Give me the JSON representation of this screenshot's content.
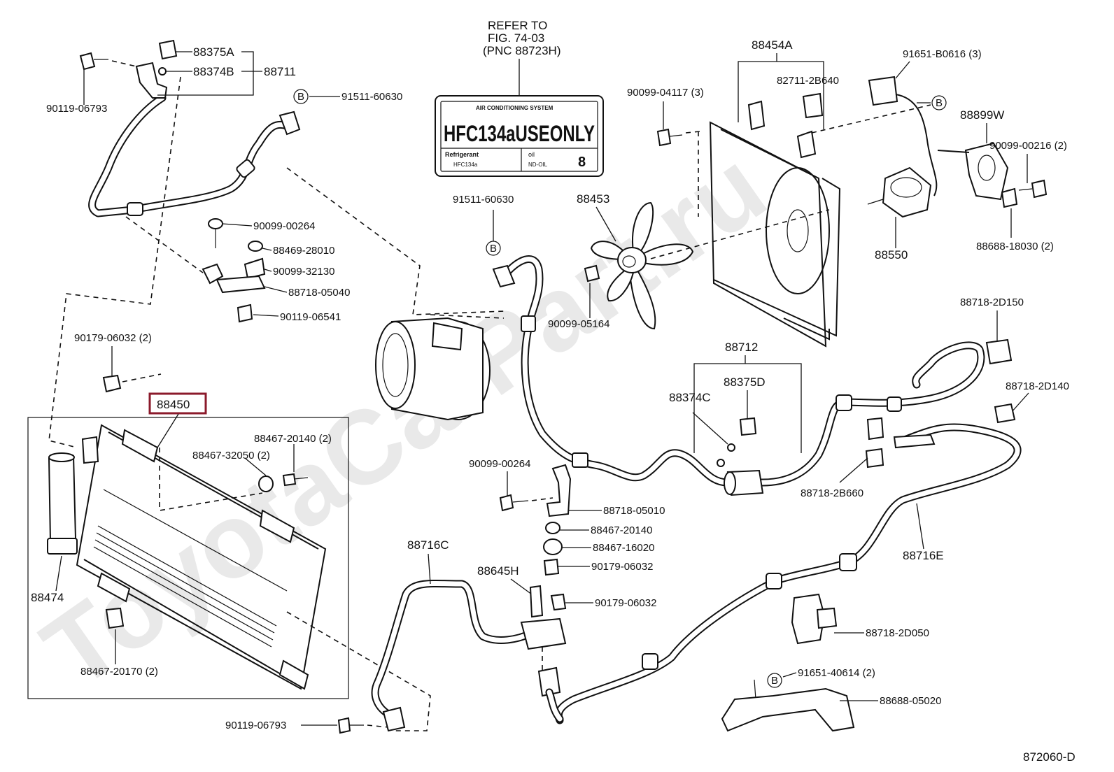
{
  "diagram": {
    "watermark": "ToyotaCarPart.ru",
    "figure_code": "872060-D",
    "refer_note": [
      "REFER TO",
      "FIG. 74-03",
      "(PNC 88723H)"
    ],
    "decal": {
      "header": "AIR CONDITIONING SYSTEM",
      "main": "HFC134aUSEONLY",
      "refrigerant_label": "Refrigerant",
      "refrigerant_value": "HFC134a",
      "oil_label": "oil",
      "oil_value": "ND-OIL",
      "oil_number": "8"
    },
    "highlight_color": "#8b1a2b",
    "highlighted_part": "88450",
    "labels": {
      "p88375A": "88375A",
      "p88374B": "88374B",
      "p88711": "88711",
      "p90119_06793_top": "90119-06793",
      "p91511_60630_top": "91511-60630",
      "p90099_00264_top": "90099-00264",
      "p88469_28010": "88469-28010",
      "p90099_32130": "90099-32130",
      "p88718_05040": "88718-05040",
      "p90119_06541": "90119-06541",
      "p90179_06032_2": "90179-06032 (2)",
      "p88450": "88450",
      "p88467_20140_2": "88467-20140 (2)",
      "p88467_32050_2": "88467-32050 (2)",
      "p88474": "88474",
      "p88467_20170_2": "88467-20170 (2)",
      "p90119_06793_bot": "90119-06793",
      "p88454A": "88454A",
      "p82711_2B640": "82711-2B640",
      "p90099_04117_3": "90099-04117 (3)",
      "p91651_B0616_3": "91651-B0616 (3)",
      "p88899W": "88899W",
      "p90099_00216_2": "90099-00216 (2)",
      "p88453": "88453",
      "p91511_60630_mid": "91511-60630",
      "p88550": "88550",
      "p88688_18030_2": "88688-18030 (2)",
      "p90099_05164": "90099-05164",
      "p88718_2D150": "88718-2D150",
      "p88712": "88712",
      "p88375D": "88375D",
      "p88374C": "88374C",
      "p88718_2D140": "88718-2D140",
      "p90099_00264_mid": "90099-00264",
      "p88718_05010": "88718-05010",
      "p88467_20140": "88467-20140",
      "p88467_16020": "88467-16020",
      "p90179_06032": "90179-06032",
      "p88718_2B660": "88718-2B660",
      "p88716C": "88716C",
      "p88645H": "88645H",
      "p90179_06032_b": "90179-06032",
      "p88716E": "88716E",
      "p88718_2D050": "88718-2D050",
      "p91651_40614_2": "91651-40614 (2)",
      "p88688_05020": "88688-05020",
      "bolt_marker": "B"
    }
  }
}
